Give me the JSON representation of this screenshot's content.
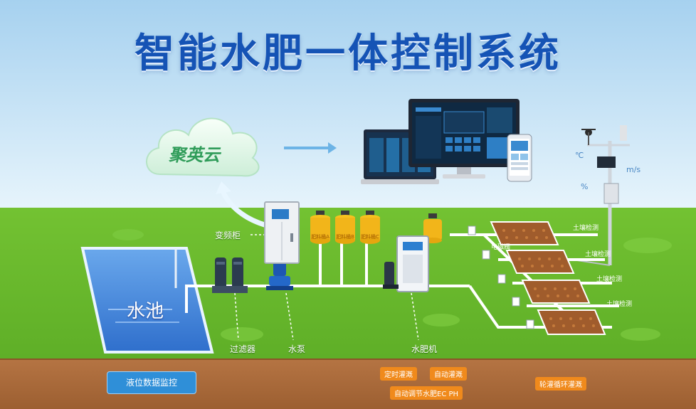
{
  "title": "智能水肥一体控制系统",
  "cloud": {
    "label": "聚英云"
  },
  "equipment": {
    "vfd_cabinet": "变频柜",
    "filter": "过滤器",
    "pump": "水泵",
    "fertigation_machine": "水肥机",
    "pool": "水池"
  },
  "tank_labels": [
    "肥料桶A",
    "肥料桶B",
    "肥料桶C"
  ],
  "weather_units": {
    "temp": "℃",
    "wind": "m/s",
    "humidity": "%"
  },
  "field_valve_label": "电磁阀",
  "field_sensor_labels": [
    "土壤检测",
    "土壤检测",
    "土壤检测",
    "土壤检测"
  ],
  "badges": {
    "timed_irrigation": "定时灌溉",
    "auto_irrigation": "自动灌溉",
    "auto_adjust": "自动调节水肥EC PH",
    "zone_irrigation": "轮灌循环灌溉"
  },
  "monitoring": {
    "level": "液位数据监控"
  },
  "colors": {
    "sky_top": "#a9d3f0",
    "sky_bottom": "#eaf6fd",
    "grass": "#6cbd2c",
    "soil": "#a86a3a",
    "pool": "#3b7fd9",
    "accent_orange": "#f08a1c",
    "title": "#1553b5"
  },
  "icons": [
    "cloud-icon",
    "arrow-right-icon",
    "curved-arrow-icon",
    "monitor-icon",
    "laptop-icon",
    "phone-icon",
    "weather-station-icon",
    "pump-icon",
    "filter-icon",
    "cabinet-icon",
    "tank-icon",
    "valve-icon"
  ]
}
